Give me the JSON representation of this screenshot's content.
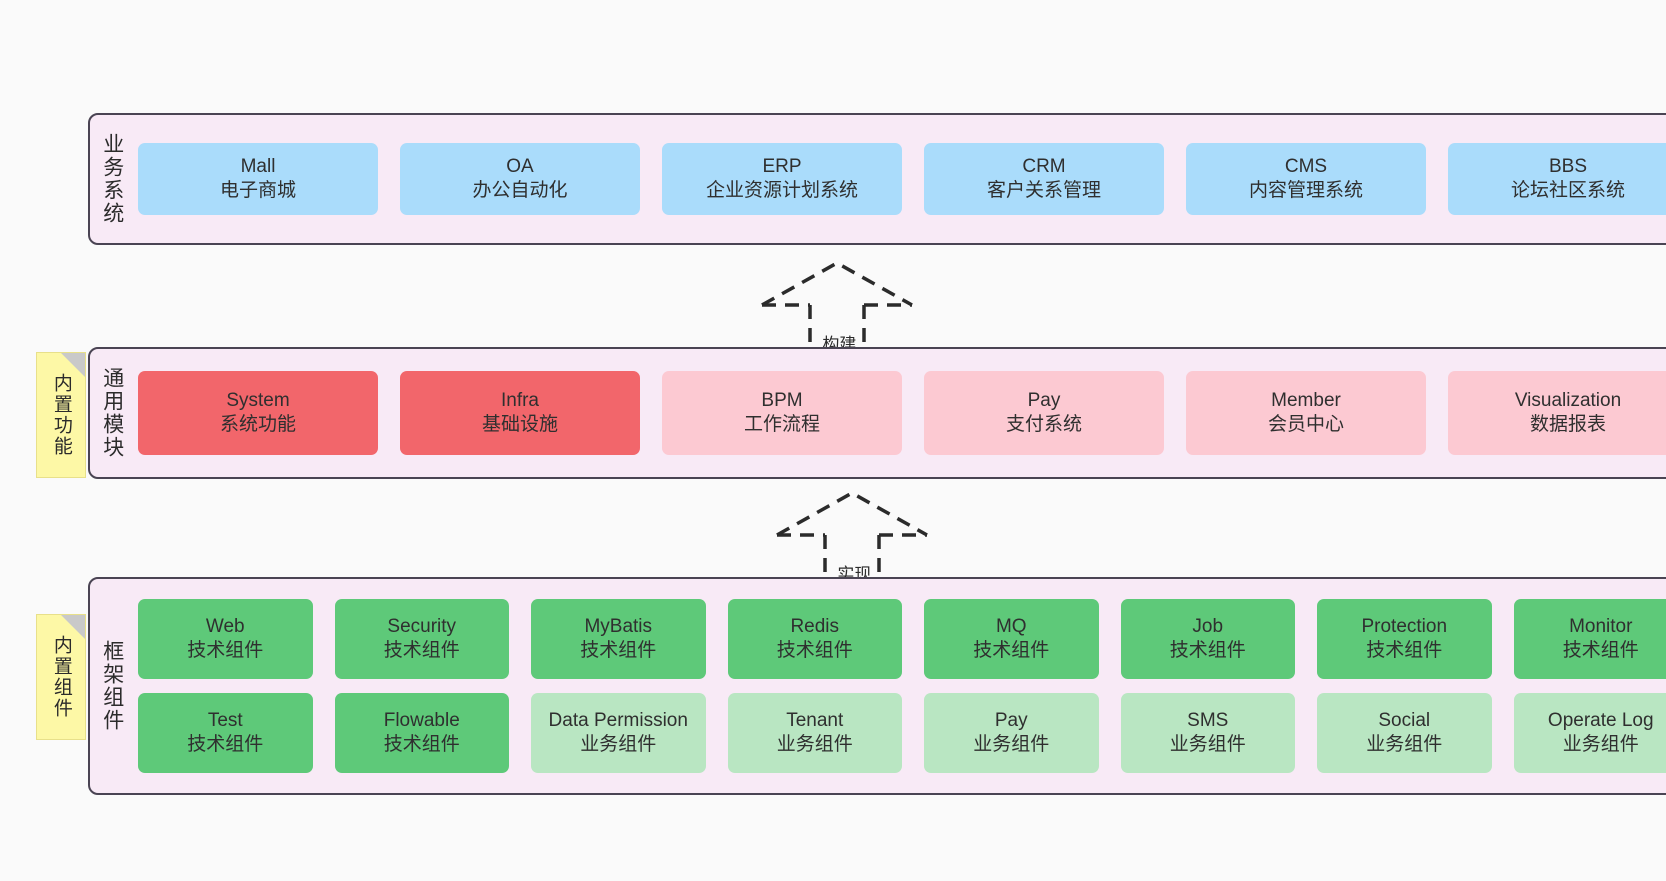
{
  "diagram": {
    "background_color": "#fafafa",
    "panel_fill": "#f8eaf6",
    "panel_border": "#4a4453",
    "sticky_fill": "#fdf8a6"
  },
  "layers": [
    {
      "id": "business-system",
      "title": "业务系统",
      "rows": [
        {
          "nodes": [
            {
              "en": "Mall",
              "cn": "电子商城",
              "color_name": "blue",
              "color": "#aadcfb"
            },
            {
              "en": "OA",
              "cn": "办公自动化",
              "color_name": "blue",
              "color": "#aadcfb"
            },
            {
              "en": "ERP",
              "cn": "企业资源计划系统",
              "color_name": "blue",
              "color": "#aadcfb"
            },
            {
              "en": "CRM",
              "cn": "客户关系管理",
              "color_name": "blue",
              "color": "#aadcfb"
            },
            {
              "en": "CMS",
              "cn": "内容管理系统",
              "color_name": "blue",
              "color": "#aadcfb"
            },
            {
              "en": "BBS",
              "cn": "论坛社区系统",
              "color_name": "blue",
              "color": "#aadcfb"
            }
          ]
        }
      ]
    },
    {
      "id": "common-modules",
      "title": "通用模块",
      "sticky": "内置功能",
      "rows": [
        {
          "nodes": [
            {
              "en": "System",
              "cn": "系统功能",
              "color_name": "red",
              "color": "#f2666b"
            },
            {
              "en": "Infra",
              "cn": "基础设施",
              "color_name": "red",
              "color": "#f2666b"
            },
            {
              "en": "BPM",
              "cn": "工作流程",
              "color_name": "pink",
              "color": "#fcc9d2"
            },
            {
              "en": "Pay",
              "cn": "支付系统",
              "color_name": "pink",
              "color": "#fcc9d2"
            },
            {
              "en": "Member",
              "cn": "会员中心",
              "color_name": "pink",
              "color": "#fcc9d2"
            },
            {
              "en": "Visualization",
              "cn": "数据报表",
              "color_name": "pink",
              "color": "#fcc9d2"
            }
          ]
        }
      ]
    },
    {
      "id": "framework-components",
      "title": "框架组件",
      "sticky": "内置组件",
      "rows": [
        {
          "nodes": [
            {
              "en": "Web",
              "cn": "技术组件",
              "color_name": "green",
              "color": "#5ec979"
            },
            {
              "en": "Security",
              "cn": "技术组件",
              "color_name": "green",
              "color": "#5ec979"
            },
            {
              "en": "MyBatis",
              "cn": "技术组件",
              "color_name": "green",
              "color": "#5ec979"
            },
            {
              "en": "Redis",
              "cn": "技术组件",
              "color_name": "green",
              "color": "#5ec979"
            },
            {
              "en": "MQ",
              "cn": "技术组件",
              "color_name": "green",
              "color": "#5ec979"
            },
            {
              "en": "Job",
              "cn": "技术组件",
              "color_name": "green",
              "color": "#5ec979"
            },
            {
              "en": "Protection",
              "cn": "技术组件",
              "color_name": "green",
              "color": "#5ec979"
            },
            {
              "en": "Monitor",
              "cn": "技术组件",
              "color_name": "green",
              "color": "#5ec979"
            }
          ]
        },
        {
          "nodes": [
            {
              "en": "Test",
              "cn": "技术组件",
              "color_name": "green",
              "color": "#5ec979"
            },
            {
              "en": "Flowable",
              "cn": "技术组件",
              "color_name": "green",
              "color": "#5ec979"
            },
            {
              "en": "Data Permission",
              "cn": "业务组件",
              "color_name": "light-green",
              "color": "#b9e6c2"
            },
            {
              "en": "Tenant",
              "cn": "业务组件",
              "color_name": "light-green",
              "color": "#b9e6c2"
            },
            {
              "en": "Pay",
              "cn": "业务组件",
              "color_name": "light-green",
              "color": "#b9e6c2"
            },
            {
              "en": "SMS",
              "cn": "业务组件",
              "color_name": "light-green",
              "color": "#b9e6c2"
            },
            {
              "en": "Social",
              "cn": "业务组件",
              "color_name": "light-green",
              "color": "#b9e6c2"
            },
            {
              "en": "Operate Log",
              "cn": "业务组件",
              "color_name": "light-green",
              "color": "#b9e6c2"
            }
          ]
        }
      ]
    }
  ],
  "connectors": [
    {
      "id": "build",
      "label": "构建",
      "from": "common-modules",
      "to": "business-system"
    },
    {
      "id": "implement",
      "label": "实现",
      "from": "framework-components",
      "to": "common-modules"
    }
  ]
}
